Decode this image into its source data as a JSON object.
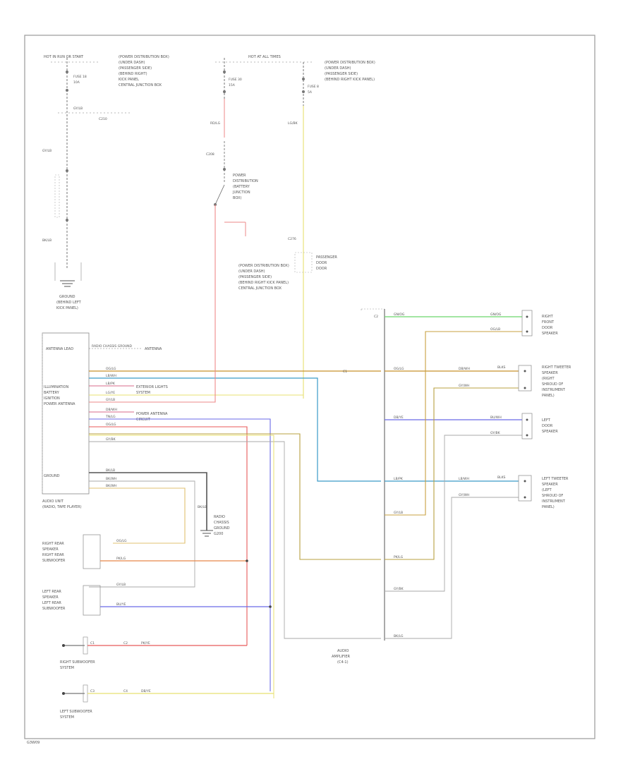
{
  "diagram": {
    "top_power": {
      "left": {
        "title": "HOT IN RUN OR START",
        "fuse_id": "FUSE 18",
        "fuse_rating": "10A",
        "notes": [
          "(POWER DISTRIBUTION BOX)",
          "(UNDER DASH)",
          "(PASSENGER SIDE)",
          "(BEHIND RIGHT)",
          "KICK PANEL",
          "CENTRAL JUNCTION BOX"
        ],
        "wire": "GY/LB",
        "connector": "C210",
        "wire2": "GY/LB"
      },
      "middle": {
        "title": "HOT AT ALL TIMES",
        "fuse_id": "FUSE 30",
        "fuse_rating": "15A",
        "notes": [
          "(POWER DISTRIBUTION BOX)",
          "(UNDER DASH)",
          "(PASSENGER SIDE)",
          "(BEHIND RIGHT KICK PANEL)",
          "CENTRAL JUNCTION BOX"
        ],
        "wire": "RD/LG",
        "connector": "C208",
        "relay_notes": [
          "POWER",
          "DISTRIBUTION",
          "(BATTERY",
          "JUNCTION",
          "BOX)"
        ]
      },
      "right": {
        "fuse_id": "FUSE 8",
        "fuse_rating": "5A",
        "notes": [
          "(POWER DISTRIBUTION BOX)",
          "(UNDER DASH)",
          "(PASSENGER SIDE)",
          "(BEHIND RIGHT KICK PANEL)"
        ],
        "wire": "LG/BK",
        "connector": "C276",
        "device_label": [
          "PASSENGER",
          "DOOR",
          "DOOR"
        ]
      }
    },
    "left_ground": {
      "labels": [
        "GROUND",
        "(BEHIND LEFT",
        "KICK PANEL)"
      ],
      "wire": "BK/LB"
    },
    "radio": {
      "antenna_label": "ANTENNA LEAD",
      "antenna_wire": "RADIO CHASSIS GROUND",
      "antenna_dest": "ANTENNA",
      "pins": [
        "ILLUMINATION",
        "BATTERY",
        "IGNITION",
        "POWER ANTENNA"
      ],
      "wires_right": [
        "OG/LG",
        "LB/WH",
        "LB/PK",
        "LG/YE",
        "GY/LB",
        "DB/WH",
        "TN/LG",
        "OG/LG",
        "GY/BK"
      ],
      "callouts": [
        "EXTERIOR LIGHTS",
        "SYSTEM",
        "POWER ANTENNA",
        "CIRCUIT"
      ],
      "ground_label": "GROUND",
      "ground_wires": [
        "BK/LB",
        "BK/WH",
        "BK/WH"
      ],
      "title": "AUDIO UNIT",
      "subtitle": "(RADIO, TAPE PLAYER)",
      "ground_device": [
        "RADIO",
        "CHASSIS",
        "GROUND",
        "G200"
      ],
      "ground_drop_label": "BK/LB"
    },
    "speakers_left": {
      "rear_right": {
        "labels": [
          "RIGHT REAR",
          "SPEAKER",
          "RIGHT REAR",
          "SUBWOOFER"
        ],
        "wires": [
          "OG/LG",
          "PK/LG"
        ]
      },
      "rear_left": {
        "labels": [
          "LEFT REAR",
          "SPEAKER",
          "LEFT REAR",
          "SUBWOOFER"
        ],
        "wires": [
          "GY/LB",
          "BU/YE"
        ]
      },
      "sub_right": {
        "labels": [
          "RIGHT SUBWOOFER",
          "SYSTEM"
        ],
        "ids": [
          "C1",
          "C2"
        ],
        "wire": "PK/YE"
      },
      "sub_left": {
        "labels": [
          "LEFT SUBWOOFER",
          "SYSTEM"
        ],
        "ids": [
          "C3",
          "C4"
        ],
        "wire": "DB/YE"
      }
    },
    "amplifier": {
      "title": "AUDIO",
      "subtitle": "AMPLIFIER",
      "subtitle2": "(C4-1)",
      "connector_left": "C1",
      "connector_right": "C2",
      "wires": [
        "GN/OG",
        "OG/LG",
        "DB/YE",
        "LB/PK",
        "GY/LB",
        "PK/LG",
        "GY/BK",
        "BK/LG"
      ]
    },
    "speakers_right": {
      "front_right": {
        "labels": [
          "RIGHT",
          "FRONT",
          "DOOR",
          "SPEAKER"
        ],
        "wires": [
          "GN/OG",
          "OG/LB"
        ]
      },
      "tweeter_right": {
        "labels": [
          "RIGHT TWEETER",
          "SPEAKER",
          "(RIGHT",
          "SHROUD OF",
          "INSTRUMENT",
          "PANEL)"
        ],
        "wires": [
          "DB/WH",
          "GY/WH"
        ],
        "tag": "BLKS"
      },
      "front_left": {
        "labels": [
          "LEFT",
          "DOOR",
          "SPEAKER"
        ],
        "wires": [
          "BU/WH",
          "GY/BK"
        ]
      },
      "tweeter_left": {
        "labels": [
          "LEFT TWEETER",
          "SPEAKER",
          "(LEFT",
          "SHROUD OF",
          "INSTRUMENT",
          "PANEL)"
        ],
        "wires": [
          "LB/WH",
          "GY/WH"
        ],
        "tag": "BLKS"
      }
    },
    "footer": "G3W09"
  }
}
